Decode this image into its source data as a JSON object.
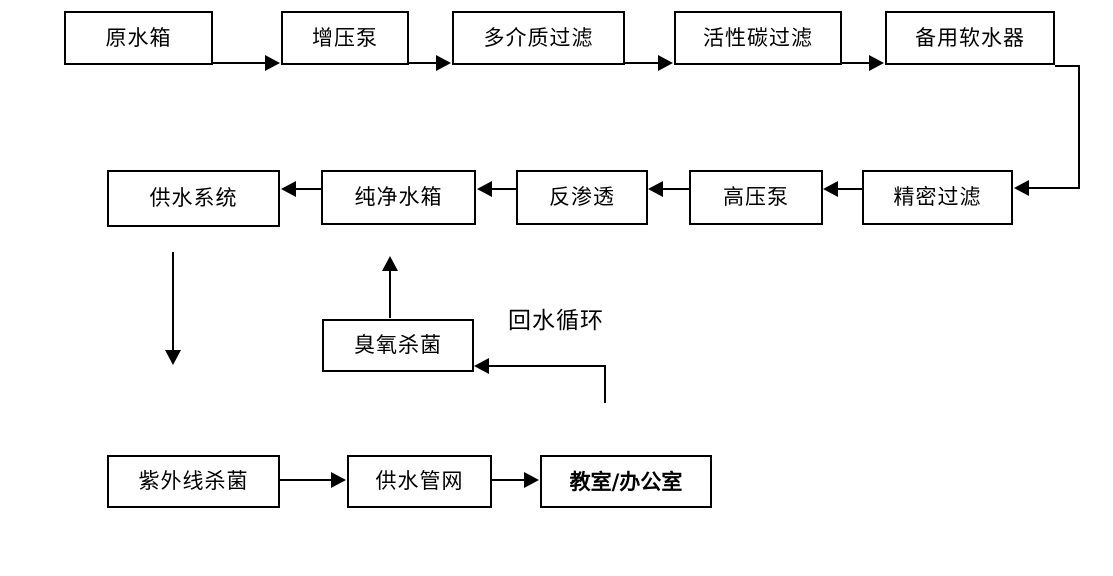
{
  "diagram": {
    "title_label": "回水循环",
    "nodes": {
      "raw_water_tank": "原水箱",
      "booster_pump": "增压泵",
      "multimedia_filter": "多介质过滤",
      "activated_carbon_filter": "活性碳过滤",
      "standby_softener": "备用软水器",
      "precision_filter": "精密过滤",
      "high_pressure_pump": "高压泵",
      "reverse_osmosis": "反渗透",
      "pure_water_tank": "纯净水箱",
      "water_supply_system": "供水系统",
      "ozone_sterilization": "臭氧杀菌",
      "uv_sterilization": "紫外线杀菌",
      "water_supply_pipe_network": "供水管网",
      "classroom_office": "教室/办公室"
    },
    "colors": {
      "stroke": "#000000",
      "background": "#ffffff",
      "text": "#000000"
    }
  }
}
